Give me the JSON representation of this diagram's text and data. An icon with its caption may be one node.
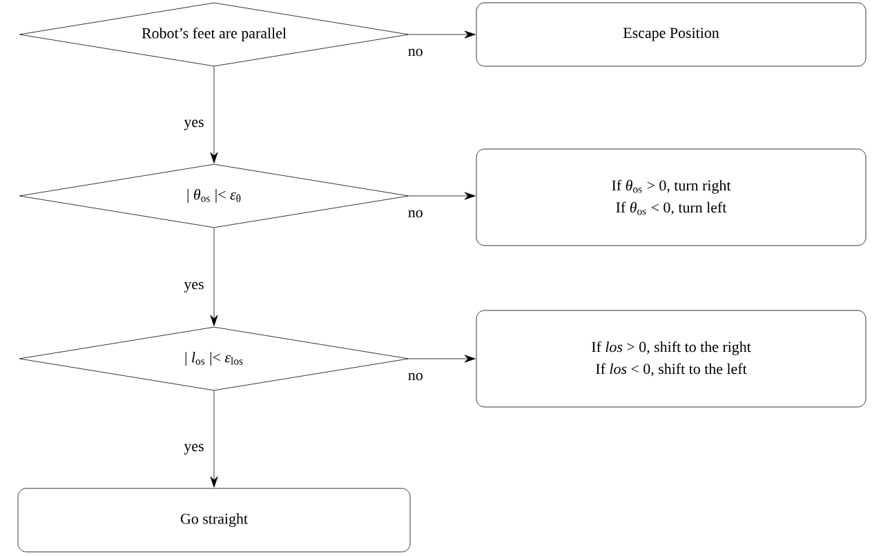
{
  "diagram": {
    "nodes": [
      {
        "text": [
          "Robot’s feet are parallel"
        ]
      },
      {
        "text": [
          "Escape Position"
        ]
      },
      {
        "text": [
          "| *θ*$_{os}$ |< *ε*$_{θ}$"
        ]
      },
      {
        "text": [
          "If *θ*$_{os}$ > 0, turn right",
          "If *θ*$_{os}$ < 0, turn left"
        ]
      },
      {
        "text": [
          "| *l*$_{os}$ |< *ε*$_{los}$"
        ]
      },
      {
        "text": [
          "If *los* > 0, shift to the right",
          "If *los* < 0, shift to the left"
        ]
      },
      {
        "text": [
          "Go straight"
        ]
      }
    ],
    "edges": [
      {
        "from": 0,
        "to": 1,
        "arrow": "to",
        "label": "no"
      },
      {
        "from": 0,
        "to": 2,
        "arrow": "to",
        "label": "yes"
      },
      {
        "from": 2,
        "to": 3,
        "arrow": "to",
        "label": "no"
      },
      {
        "from": 2,
        "to": 4,
        "arrow": "to",
        "label": "yes"
      },
      {
        "from": 4,
        "to": 5,
        "arrow": "to",
        "label": "no"
      },
      {
        "from": 4,
        "to": 6,
        "arrow": "to",
        "label": "yes"
      }
    ]
  }
}
